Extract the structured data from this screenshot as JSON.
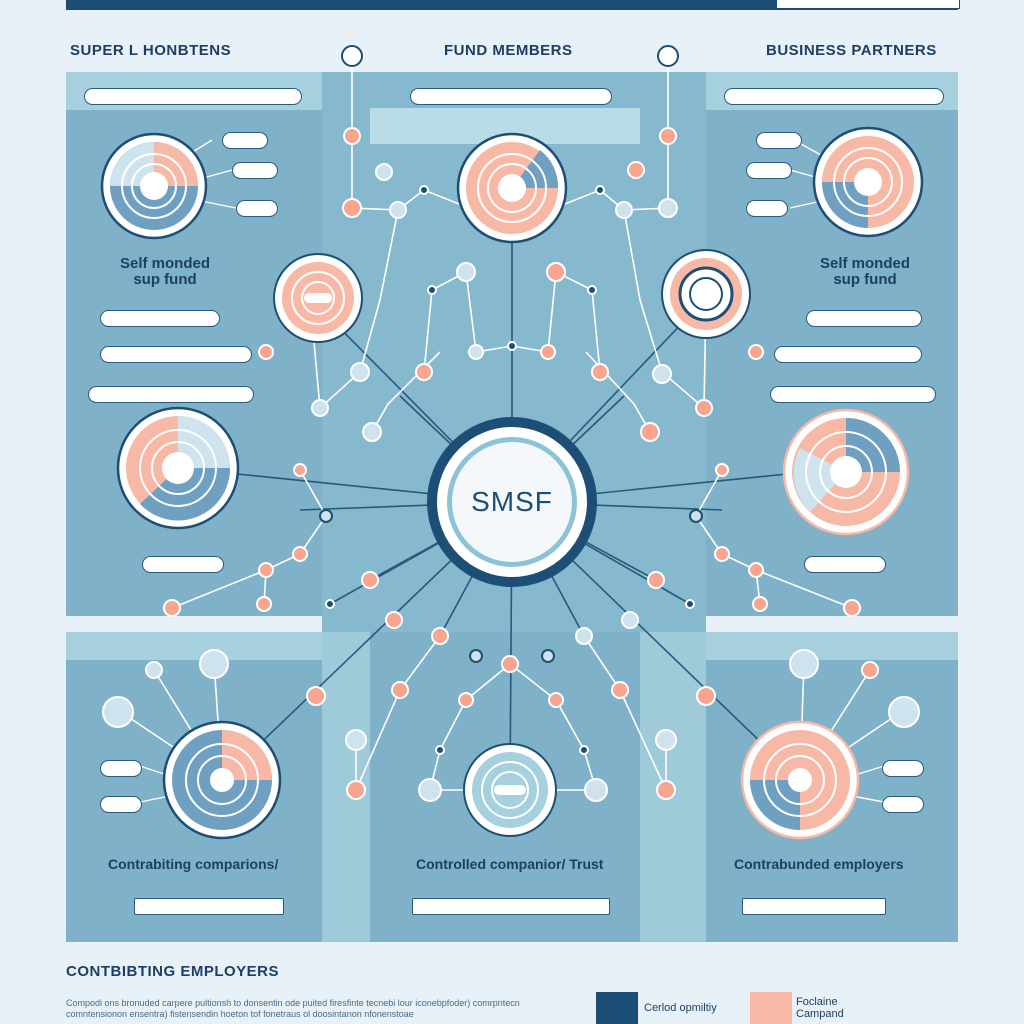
{
  "headers": {
    "left": "SUPER L HONBTENS",
    "center": "FUND MEMBERS",
    "right": "BUSINESS PARTNERS"
  },
  "hub": {
    "label": "SMSF"
  },
  "labels": {
    "left_mid": "Self monded\nsup fund",
    "right_mid": "Self monded\nsup fund",
    "bottom_left": "Contrabiting comparions/",
    "bottom_center": "Controlled companior/ Trust",
    "bottom_right": "Contrabunded employers"
  },
  "footer": {
    "title": "CONTBIBTING EMPLOYERS",
    "text": "Compodi ons bronuded carpere pultionsh to donsentin ode puited firesfinte tecnebi lour iconebpfoder) comrpntecn comntensionon ensentra) fistensendin hoeton tof fonetraus ol doosintanon nfonenstoae"
  },
  "legend": [
    {
      "label": "Cerlod opmiltiy",
      "color": "#1d4e75"
    },
    {
      "label": "Foclaine\nCampand",
      "color": "#f7b8a6"
    }
  ],
  "colors": {
    "navy": "#1d4e75",
    "teal": "#7fb1c9",
    "salmon": "#f7a58f",
    "light": "#cde5ee"
  }
}
